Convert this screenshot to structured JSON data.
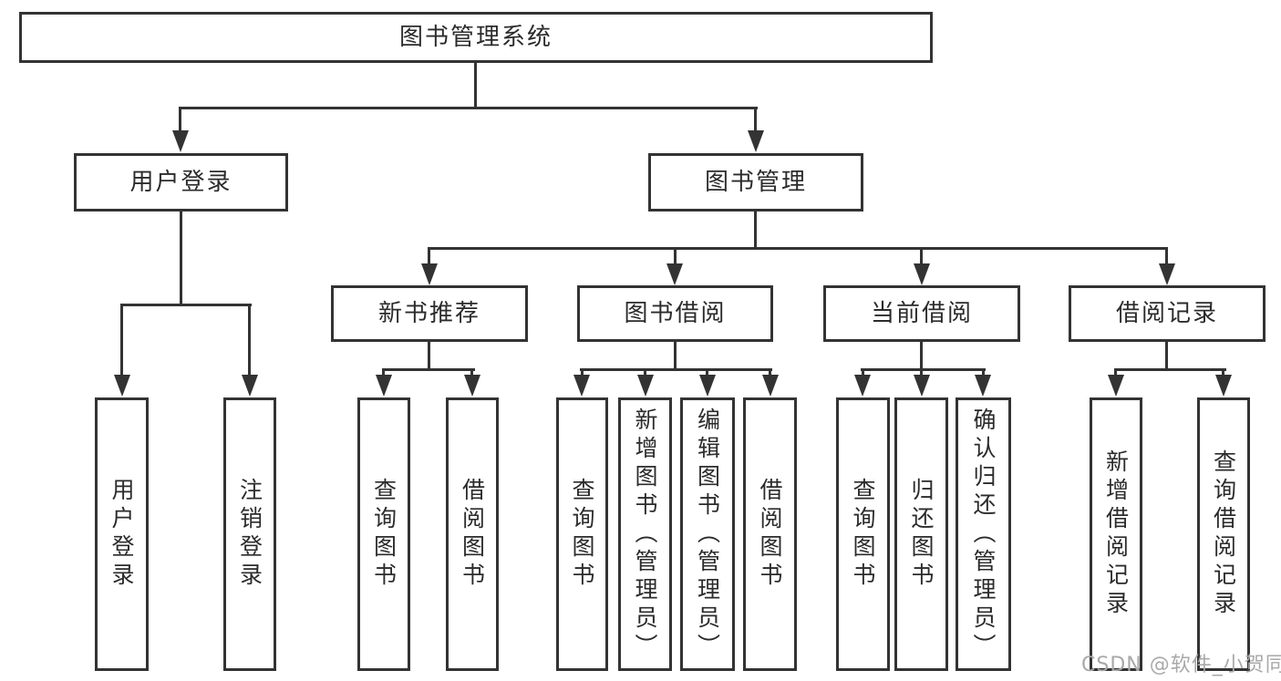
{
  "colors": {
    "line": "#333333",
    "text": "#2b2b2b",
    "watermark": "#a9a9a9",
    "background": "#ffffff"
  },
  "watermark": {
    "text": "CSDN @软件_小贺同学"
  },
  "diagram": {
    "type": "tree",
    "root": {
      "label": "图书管理系统",
      "children": [
        {
          "label": "用户登录",
          "children": [
            {
              "label": "用户登录"
            },
            {
              "label": "注销登录"
            }
          ]
        },
        {
          "label": "图书管理",
          "children": [
            {
              "label": "新书推荐",
              "children": [
                {
                  "label": "查询图书"
                },
                {
                  "label": "借阅图书"
                }
              ]
            },
            {
              "label": "图书借阅",
              "children": [
                {
                  "label": "查询图书"
                },
                {
                  "label": "新增图书（管理员）"
                },
                {
                  "label": "编辑图书（管理员）"
                },
                {
                  "label": "借阅图书"
                }
              ]
            },
            {
              "label": "当前借阅",
              "children": [
                {
                  "label": "查询图书"
                },
                {
                  "label": "归还图书"
                },
                {
                  "label": "确认归还（管理员）"
                }
              ]
            },
            {
              "label": "借阅记录",
              "children": [
                {
                  "label": "新增借阅记录"
                },
                {
                  "label": "查询借阅记录"
                }
              ]
            }
          ]
        }
      ]
    }
  }
}
